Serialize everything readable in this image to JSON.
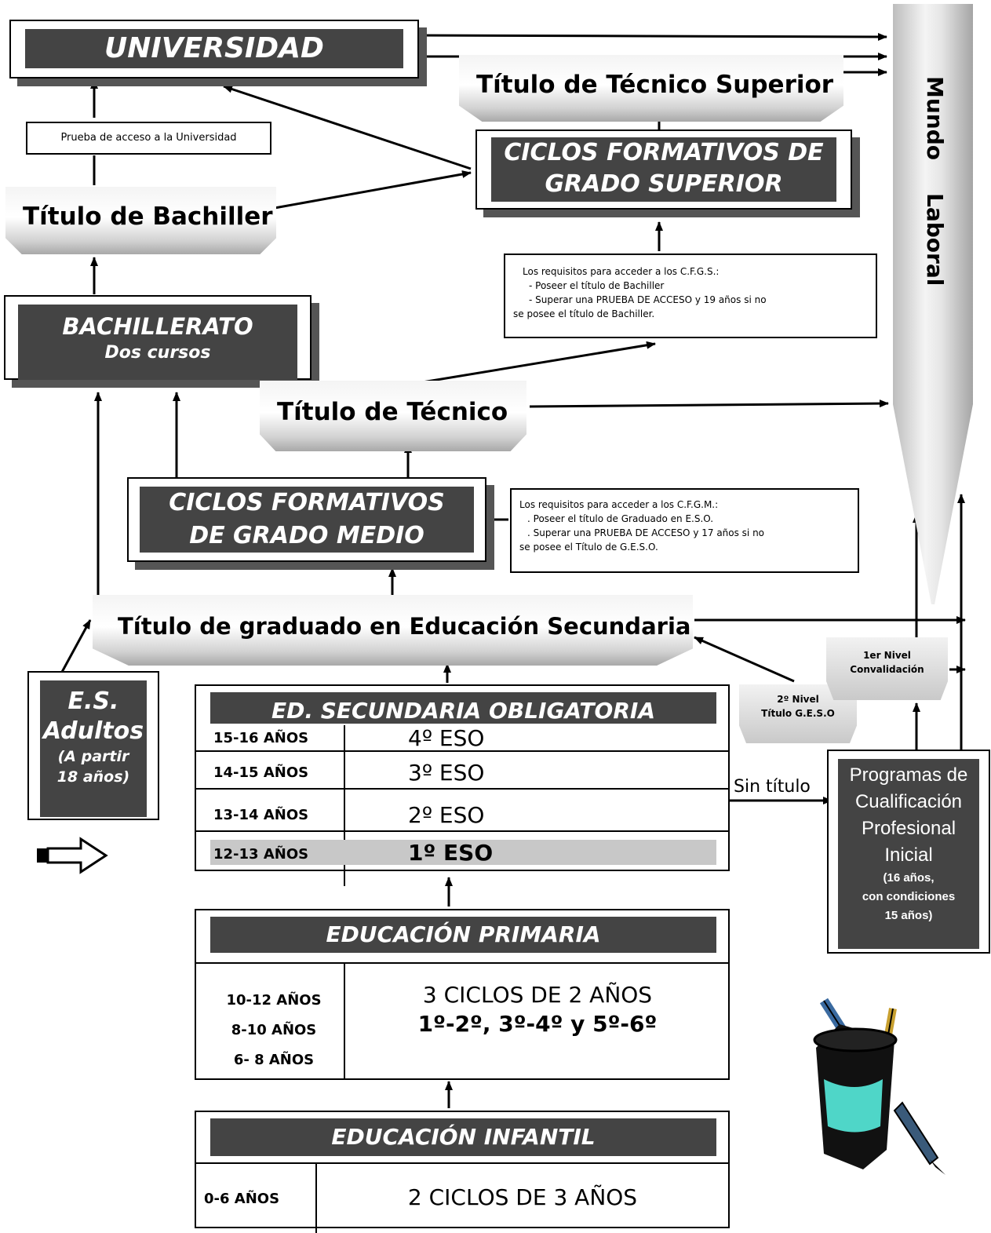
{
  "universidad": "UNIVERSIDAD",
  "prueba_acceso": "Prueba de acceso a la Universidad",
  "titulo_bachiller": "Título de Bachiller",
  "bachillerato": {
    "title": "BACHILLERATO",
    "sub": "Dos cursos"
  },
  "titulo_tecnico_superior": "Título de Técnico Superior",
  "cfgs": {
    "line1": "CICLOS FORMATIVOS DE",
    "line2": "GRADO SUPERIOR"
  },
  "req_cfgs": {
    "intro": "Los requisitos para acceder a los C.F.G.S.:",
    "item1": "- Poseer el título de Bachiller",
    "item2": "- Superar una PRUEBA DE ACCESO y 19 años si no",
    "item3": "se posee el título de Bachiller."
  },
  "titulo_tecnico": "Título de Técnico",
  "cfgm": {
    "line1": "CICLOS FORMATIVOS",
    "line2": "DE GRADO MEDIO"
  },
  "req_cfgm": {
    "intro": "Los requisitos para acceder a los C.F.G.M.:",
    "item1": ". Poseer el título de Graduado en E.S.O.",
    "item2": ". Superar una PRUEBA DE ACCESO y 17 años si no",
    "item3": "se posee el Título de G.E.S.O."
  },
  "titulo_graduado": "Título de graduado en Educación Secundaria",
  "mundo_laboral": {
    "word1": "Mundo",
    "word2": "Laboral"
  },
  "adultos": {
    "l1": "E.S.",
    "l2": "Adultos",
    "l3": "(A partir",
    "l4": "18 años)"
  },
  "eso": {
    "title": "ED. SECUNDARIA OBLIGATORIA",
    "rows": [
      {
        "ages": "15-16 AÑOS",
        "course": "4º ESO"
      },
      {
        "ages": "14-15 AÑOS",
        "course": "3º ESO"
      },
      {
        "ages": "13-14 AÑOS",
        "course": "2º ESO"
      },
      {
        "ages": "12-13 AÑOS",
        "course": "1º ESO"
      }
    ]
  },
  "sin_titulo": "Sin título",
  "nivel2": {
    "l1": "2º Nivel",
    "l2": "Título G.E.S.O"
  },
  "nivel1": {
    "l1": "1er Nivel",
    "l2": "Convalidación"
  },
  "pcpi": {
    "l1": "Programas de",
    "l2": "Cualificación",
    "l3": "Profesional",
    "l4": "Inicial",
    "l5": "(16 años,",
    "l6": "con condiciones",
    "l7": "15 años)"
  },
  "primaria": {
    "title": "EDUCACIÓN PRIMARIA",
    "ages1": "10-12 AÑOS",
    "ages2": "8-10 AÑOS",
    "ages3": "6- 8 AÑOS",
    "desc1": "3 CICLOS DE 2 AÑOS",
    "desc2": "1º-2º, 3º-4º y 5º-6º"
  },
  "infantil": {
    "title": "EDUCACIÓN INFANTIL",
    "ages": "0-6 AÑOS",
    "desc": "2 CICLOS DE 3 AÑOS"
  },
  "colors": {
    "dark": "#444444",
    "shadow": "#555555",
    "grey_row": "#c8c8c8"
  }
}
